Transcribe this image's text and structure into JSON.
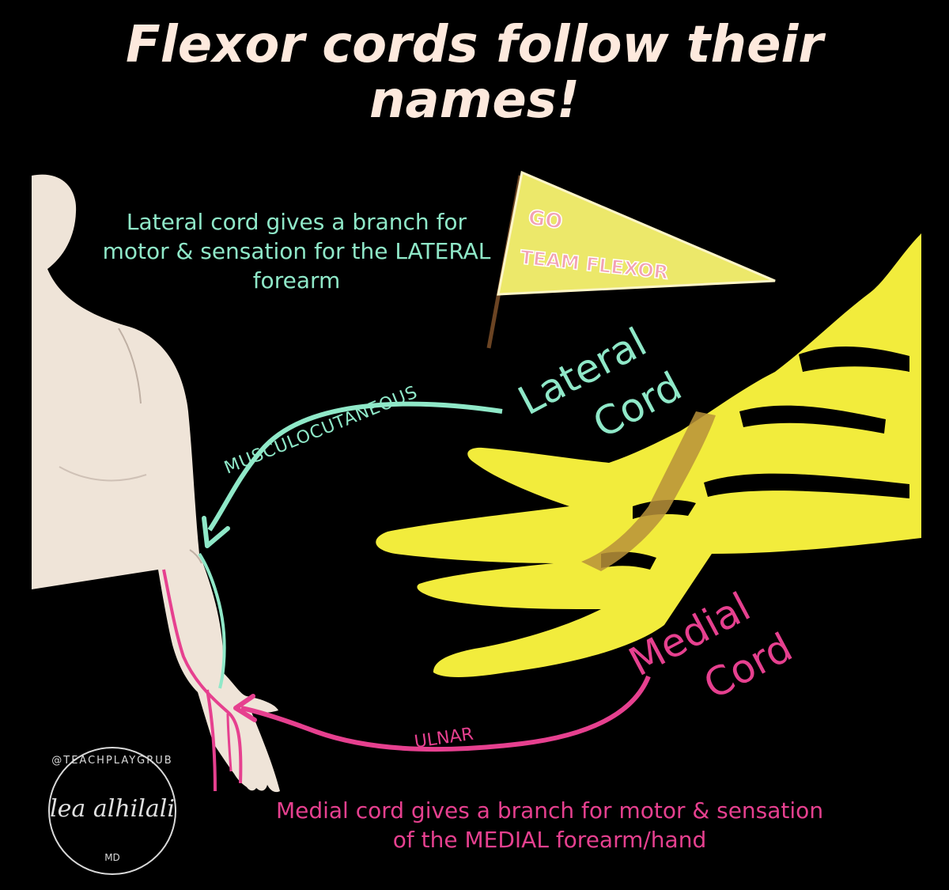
{
  "title": {
    "line1": "Flexor cords follow their",
    "line2": "names!"
  },
  "notes": {
    "lateral": "Lateral cord gives a  branch for motor & sensation for the LATERAL forearm",
    "medial": "Medial cord gives a branch for motor & sensation of the MEDIAL forearm/hand"
  },
  "labels": {
    "lateral_cord_line1": "Lateral",
    "lateral_cord_line2": "Cord",
    "medial_cord_line1": "Medial",
    "medial_cord_line2": "Cord",
    "musculocutaneous": "MUSCULOCUTANEOUS",
    "ulnar": "ULNAR"
  },
  "pennant": {
    "line1": "GO",
    "line2": "TEAM FLEXOR"
  },
  "watermark": {
    "handle": "@TEACHPLAYGRUB",
    "name": "lea alhilali",
    "suffix": "MD"
  },
  "colors": {
    "background": "#000000",
    "title": "#fde9dd",
    "lateral": "#8fe8c8",
    "medial": "#e6408f",
    "plexus": "#f2ec3c",
    "skin": "#efe4d8",
    "pennant": "#ece86a"
  }
}
